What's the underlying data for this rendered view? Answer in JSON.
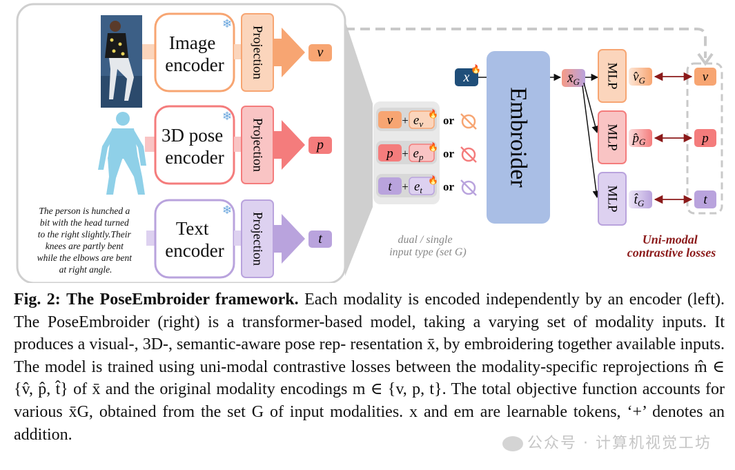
{
  "figure": {
    "encoders": [
      {
        "key": "image",
        "label_lines": [
          "Image",
          "encoder"
        ],
        "projection_label": "Projection",
        "output_token": "v"
      },
      {
        "key": "pose",
        "label_lines": [
          "3D pose",
          "encoder"
        ],
        "projection_label": "Projection",
        "output_token": "p"
      },
      {
        "key": "text",
        "label_lines": [
          "Text",
          "encoder"
        ],
        "projection_label": "Projection",
        "output_token": "t"
      }
    ],
    "text_sample_lines": [
      "The person is hunched a",
      "bit with the head turned",
      "to the right slightly.Their",
      "knees are partly bent",
      "while the elbows are bent",
      "at right angle."
    ],
    "inputs": [
      {
        "token": "v",
        "embed_base": "e",
        "embed_sub": "v",
        "plus": "+",
        "or": "or"
      },
      {
        "token": "p",
        "embed_base": "e",
        "embed_sub": "p",
        "plus": "+",
        "or": "or"
      },
      {
        "token": "t",
        "embed_base": "e",
        "embed_sub": "t",
        "plus": "+",
        "or": "or"
      }
    ],
    "input_type_caption_lines": [
      "dual / single",
      "input type (set G)"
    ],
    "x_token": "x",
    "embroider_label": "Embroider",
    "xg_token": {
      "base": "x̄",
      "sub": "G"
    },
    "mlp_label": "MLP",
    "mlp_outputs": [
      {
        "base": "v̂",
        "sub": "G"
      },
      {
        "base": "p̂",
        "sub": "G"
      },
      {
        "base": "t̂",
        "sub": "G"
      }
    ],
    "targets": [
      "v",
      "p",
      "t"
    ],
    "loss_caption_lines": [
      "Uni-modal",
      "contrastive losses"
    ],
    "colors": {
      "image": "#f7a572",
      "image_light": "#fbd5bc",
      "pose": "#f47c7c",
      "pose_light": "#f9c4c4",
      "text": "#b9a3dd",
      "text_light": "#ddd1f0",
      "embroider": "#a9bee5",
      "x_token": "#1f4e79",
      "loss_text": "#8b1a1a",
      "arrow_dark": "#8b1a1a"
    },
    "icons": [
      "snowflake-icon",
      "flame-icon",
      "no-input-icon",
      "person-photo",
      "3d-pose-mesh"
    ]
  },
  "caption": {
    "label": "Fig. 2:",
    "title": "The PoseEmbroider framework.",
    "lines": [
      "Each modality is encoded independently",
      "by an encoder (left). The PoseEmbroider (right) is a transformer-based model, taking",
      "a varying set of modality inputs. It produces a visual-, 3D-, semantic-aware pose rep-",
      "resentation x̄, by embroidering together available inputs. The model is trained using",
      "uni-modal contrastive losses between the modality-specific reprojections m̂ ∈ {v̂, p̂, t̂}",
      "of x̄ and the original modality encodings m ∈ {v, p, t}. The total objective function",
      "accounts for various x̄G, obtained from the set G of input modalities. x and em are",
      "learnable tokens, ‘+’ denotes an addition."
    ]
  },
  "watermark": "公众号 · 计算机视觉工坊"
}
